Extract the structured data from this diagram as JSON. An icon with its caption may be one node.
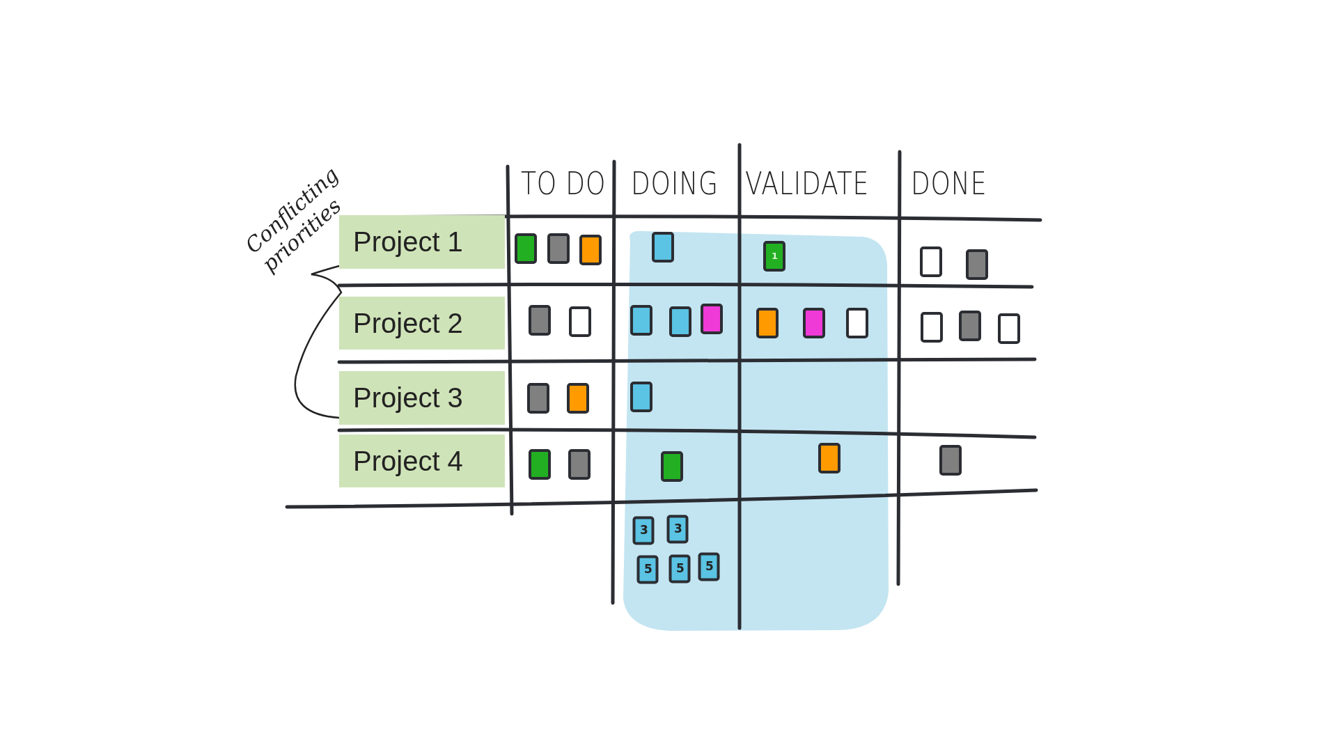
{
  "diagram": {
    "nodes": [
      {
        "text": [
          "Project 1"
        ]
      },
      {
        "text": [
          "Project 2"
        ]
      },
      {
        "text": [
          "Project 3"
        ]
      },
      {
        "text": [
          "Project 4"
        ]
      }
    ],
    "labels": [
      "Conflicting priorities",
      "TO DO",
      "DOING",
      "VALIDATE",
      "DONE",
      "1",
      "3",
      "3",
      "5",
      "5",
      "5"
    ]
  }
}
